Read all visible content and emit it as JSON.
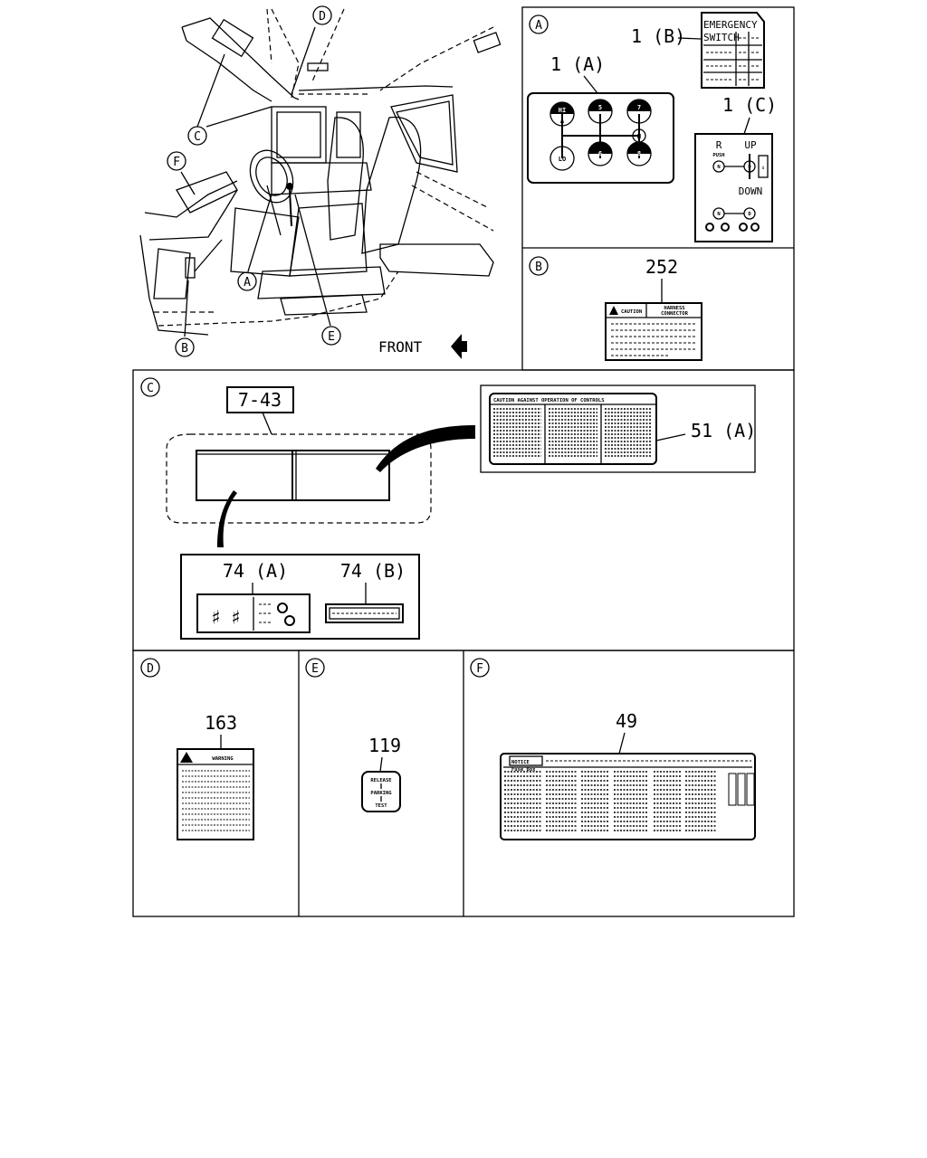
{
  "view_letters": [
    "A",
    "B",
    "C",
    "D",
    "E",
    "F"
  ],
  "front_label": "FRONT",
  "panels": {
    "a": {
      "letter": "A",
      "part_1b": "1 (B)",
      "part_1a": "1 (A)",
      "part_1c": "1 (C)",
      "emergency_title": [
        "EMERGENCY",
        "SWITCH"
      ],
      "shift_positions": [
        "HI",
        "5",
        "7",
        "N",
        "LO",
        "6",
        "8"
      ],
      "range_labels": {
        "r": "R",
        "push": "PUSH",
        "up": "UP",
        "down": "DOWN",
        "n": "N",
        "d": "D"
      }
    },
    "b": {
      "letter": "B",
      "part": "252",
      "caution": "CAUTION",
      "harness": [
        "HARNESS",
        "CONNECTOR"
      ]
    },
    "c": {
      "letter": "C",
      "part_743": "7-43",
      "part_51a": "51 (A)",
      "part_74a": "74 (A)",
      "part_74b": "74 (B)",
      "label_51_title": "CAUTION AGAINST OPERATION OF CONTROLS"
    },
    "d": {
      "letter": "D",
      "part": "163",
      "warning": "WARNING"
    },
    "e": {
      "letter": "E",
      "part": "119",
      "lines": [
        "RELEASE",
        "PARKING",
        "TEST"
      ]
    },
    "f": {
      "letter": "F",
      "part": "49",
      "notice": "NOTICE",
      "fuse_box": "Fuse Box"
    }
  }
}
